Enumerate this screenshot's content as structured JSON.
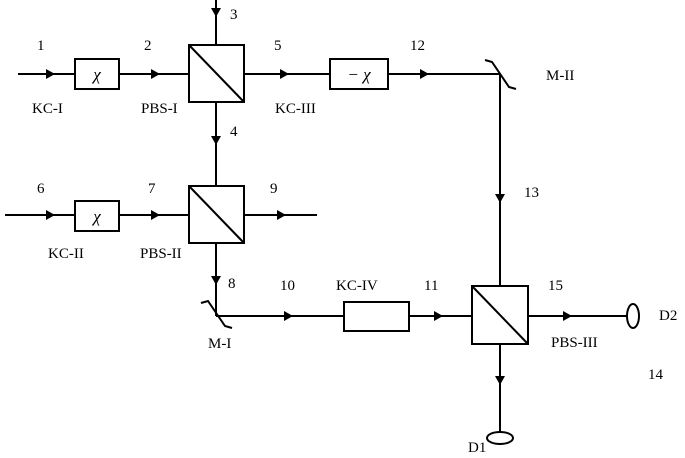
{
  "port_numbers": {
    "p1": "1",
    "p2": "2",
    "p3": "3",
    "p4": "4",
    "p5": "5",
    "p6": "6",
    "p7": "7",
    "p8": "8",
    "p9": "9",
    "p10": "10",
    "p11": "11",
    "p12": "12",
    "p13": "13",
    "p14": "14",
    "p15": "15"
  },
  "components": {
    "kc1": "KC-I",
    "kc2": "KC-II",
    "kc3": "KC-III",
    "kc4": "KC-IV",
    "pbs1": "PBS-I",
    "pbs2": "PBS-II",
    "pbs3": "PBS-III",
    "m1": "M-I",
    "m2": "M-II",
    "d1": "D1",
    "d2": "D2"
  },
  "box_symbols": {
    "chi1": "χ",
    "chi2": "χ",
    "neg_chi": "− χ"
  },
  "colors": {
    "line": "#000000",
    "background": "#ffffff"
  }
}
